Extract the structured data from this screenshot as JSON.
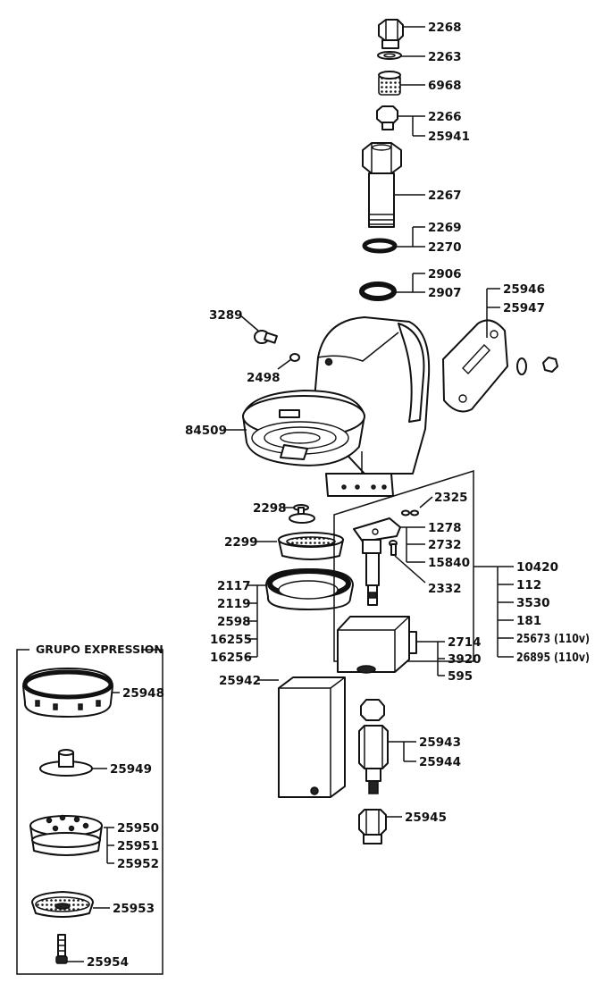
{
  "labels": {
    "p2268": "2268",
    "p2263": "2263",
    "p6968": "6968",
    "p2266": "2266",
    "p25941": "25941",
    "p2267": "2267",
    "p2269": "2269",
    "p2270": "2270",
    "p2906": "2906",
    "p2907": "2907",
    "p25946": "25946",
    "p25947": "25947",
    "p3289": "3289",
    "p2498": "2498",
    "p84509": "84509",
    "p2325": "2325",
    "p1278": "1278",
    "p2732": "2732",
    "p15840": "15840",
    "p2332": "2332",
    "p10420": "10420",
    "p112": "112",
    "p3530": "3530",
    "p181": "181",
    "p25673": "25673 (110v)",
    "p26895": "26895 (110v)",
    "p2298": "2298",
    "p2299": "2299",
    "p2117": "2117",
    "p2119": "2119",
    "p2598": "2598",
    "p16255": "16255",
    "p16256": "16256",
    "p2714": "2714",
    "p3920": "3920",
    "p595": "595",
    "p25942": "25942",
    "p25943": "25943",
    "p25944": "25944",
    "p25945": "25945"
  },
  "inset": {
    "title": "GRUPO EXPRESSION",
    "p25948": "25948",
    "p25949": "25949",
    "p25950": "25950",
    "p25951": "25951",
    "p25952": "25952",
    "p25953": "25953",
    "p25954": "25954"
  }
}
